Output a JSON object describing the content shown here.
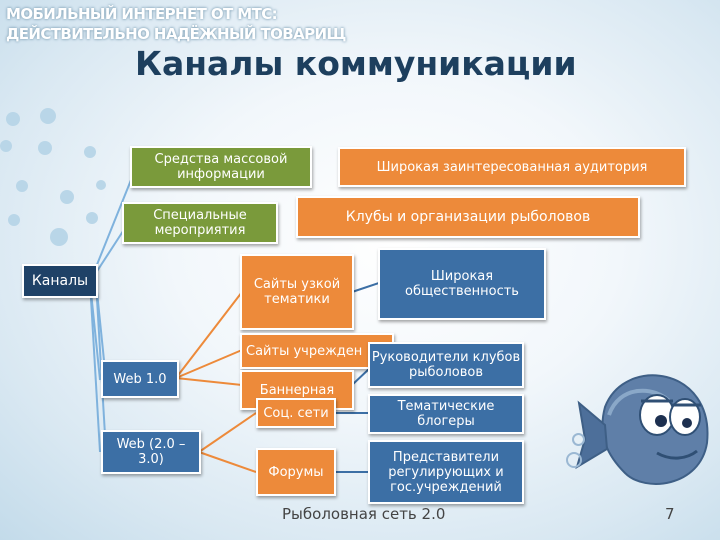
{
  "header": {
    "line1": "МОБИЛЬНЫЙ ИНТЕРНЕТ ОТ МТС:",
    "line2": "ДЕЙСТВИТЕЛЬНО НАДЁЖНЫЙ ТОВАРИЩ"
  },
  "title": "Каналы коммуникации",
  "root": "Каналы",
  "left_nodes": {
    "mass_media": "Средства массовой информации",
    "special_events": "Специальные мероприятия",
    "web1": "Web 1.0",
    "web2": "Web (2.0 – 3.0)"
  },
  "mid_nodes": {
    "themed_sites": "Сайты узкой тематики",
    "institution_sites": "Сайты учрежден",
    "banner": "Баннерная",
    "social": "Соц. сети",
    "forums": "Форумы"
  },
  "right_nodes": {
    "wide_audience": "Широкая заинтересованная аудитория",
    "clubs": "Клубы и организации рыболовов",
    "public": "Широкая общественность",
    "club_leaders": "Руководители клубов рыболовов",
    "bloggers": "Тематические блогеры",
    "regulators": "Представители регулирующих и гос.учреждений"
  },
  "footer": "Рыболовная сеть 2.0",
  "page_number": "7",
  "colors": {
    "green": "#7a9a3b",
    "orange": "#ed8a3a",
    "blue": "#3c6fa5",
    "navy": "#1f4267",
    "title": "#1d3f5e"
  },
  "icons": {
    "mascot": "fish-mascot-icon"
  }
}
